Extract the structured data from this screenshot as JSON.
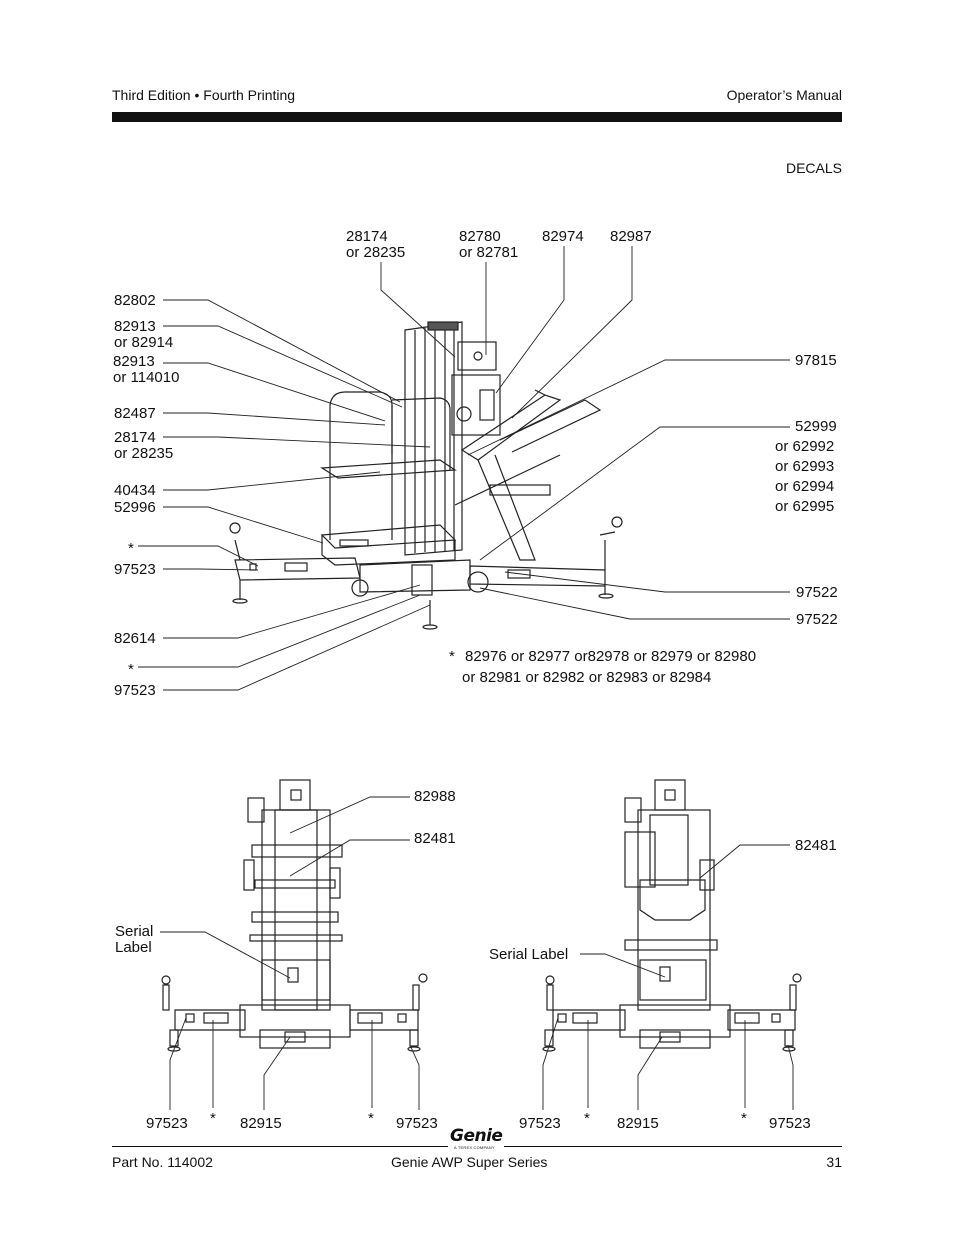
{
  "header": {
    "left": "Third Edition • Fourth Printing",
    "right": "Operator’s Manual"
  },
  "section_title": "DECALS",
  "top_diagram": {
    "callouts_top": [
      [
        "28174",
        "or 28235"
      ],
      [
        "82780",
        "or 82781"
      ],
      [
        "82974"
      ],
      [
        "82987"
      ]
    ],
    "callouts_left": [
      [
        "82802"
      ],
      [
        "82913",
        "or 82914"
      ],
      [
        "82913",
        "or 114010"
      ],
      [
        "82487"
      ],
      [
        "28174",
        "or 28235"
      ],
      [
        "40434"
      ],
      [
        "52996"
      ],
      [
        "*"
      ],
      [
        "97523"
      ],
      [
        "82614"
      ],
      [
        "*"
      ],
      [
        "97523"
      ]
    ],
    "callouts_right": [
      [
        "97815"
      ],
      [
        "52999",
        "or 62992",
        "or 62993",
        "or 62994",
        "or 62995"
      ],
      [
        "97522"
      ],
      [
        "97522"
      ]
    ],
    "footnote": {
      "star": "*",
      "line1": "82976 or 82977 or82978 or 82979 or 82980",
      "line2": "or 82981 or 82982 or 82983 or 82984"
    }
  },
  "bottom_left_diagram": {
    "callouts": {
      "a": "82988",
      "b": "82481",
      "serial": [
        "Serial",
        "Label"
      ],
      "bottom": [
        "97523",
        "*",
        "82915",
        "*",
        "97523"
      ]
    }
  },
  "bottom_right_diagram": {
    "callouts": {
      "a": "82481",
      "serial": "Serial Label",
      "bottom": [
        "97523",
        "*",
        "82915",
        "*",
        "97523"
      ]
    }
  },
  "logo": {
    "word": "Genie",
    "sub": "A TEREX COMPANY"
  },
  "footer": {
    "left": "Part No. 114002",
    "center": "Genie AWP Super Series",
    "right": "31"
  }
}
